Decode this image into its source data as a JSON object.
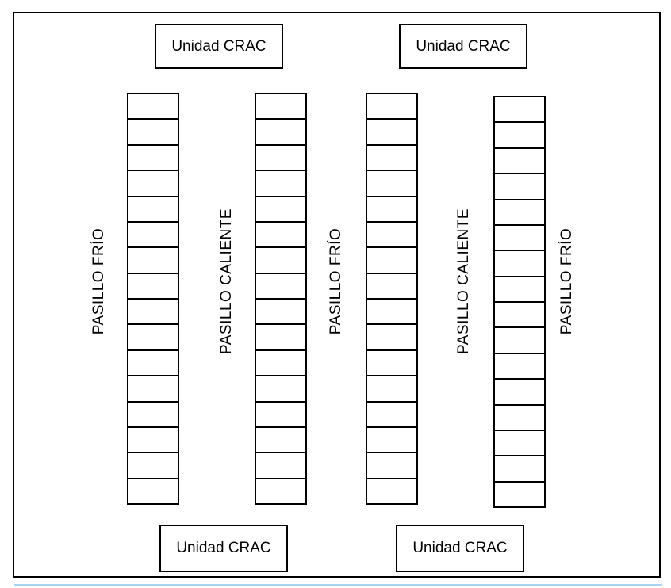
{
  "crac_label": "Unidad CRAC",
  "aisles": {
    "cold": "PASILLO FRÍO",
    "hot": "PASILLO CALIENTE"
  },
  "crac_units": [
    {
      "position": "top-left",
      "label": "Unidad CRAC"
    },
    {
      "position": "top-right",
      "label": "Unidad CRAC"
    },
    {
      "position": "bottom-left",
      "label": "Unidad CRAC"
    },
    {
      "position": "bottom-right",
      "label": "Unidad CRAC"
    }
  ],
  "aisle_labels": [
    {
      "type": "cold",
      "label": "PASILLO FRÍO"
    },
    {
      "type": "hot",
      "label": "PASILLO CALIENTE"
    },
    {
      "type": "cold",
      "label": "PASILLO FRÍO"
    },
    {
      "type": "hot",
      "label": "PASILLO CALIENTE"
    },
    {
      "type": "cold",
      "label": "PASILLO FRÍO"
    }
  ],
  "rack_rows": [
    {
      "name": "rack-row-1",
      "units": 16
    },
    {
      "name": "rack-row-2",
      "units": 16
    },
    {
      "name": "rack-row-3",
      "units": 16
    },
    {
      "name": "rack-row-4",
      "units": 16
    }
  ]
}
